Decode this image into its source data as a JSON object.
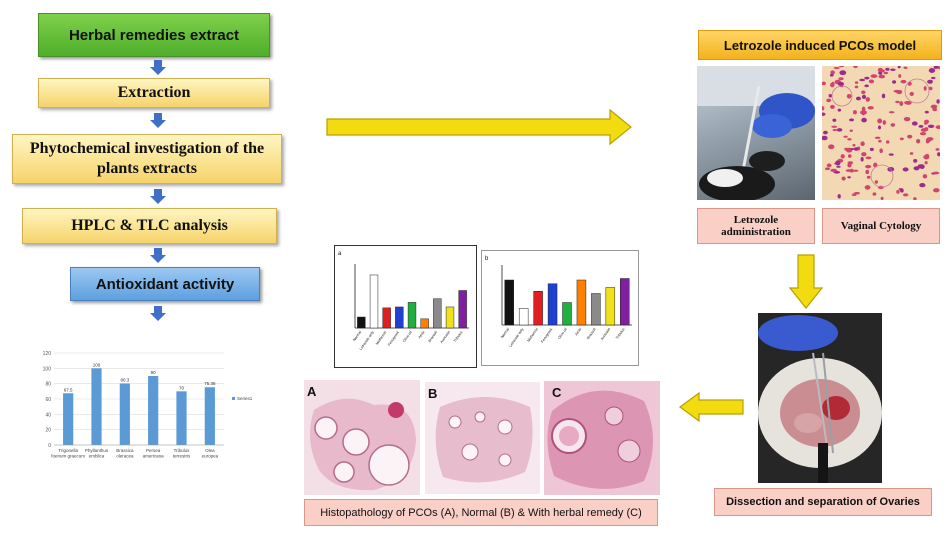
{
  "flow": {
    "step1": "Herbal remedies extract",
    "step2": "Extraction",
    "step3": "Phytochemical investigation of the plants extracts",
    "step4": "HPLC & TLC analysis",
    "step5": "Antioxidant activity"
  },
  "model": {
    "title": "Letrozole induced PCOs model",
    "letrozole_label": "Letrozole administration",
    "cytology_label": "Vaginal Cytology",
    "dissection_label": "Dissection and separation of Ovaries"
  },
  "histology": {
    "caption": "Histopathology of PCOs (A), Normal (B) & With herbal remedy (C)",
    "panel_a": "A",
    "panel_b": "B",
    "panel_c": "C"
  },
  "colors": {
    "green_box": "#5cb832",
    "yellow_box": "#f6d36a",
    "blue_box": "#6aa8e4",
    "orange_box": "#f4b21c",
    "pink_box": "#f9cfc6",
    "arrow_blue": "#3f6fc8",
    "arrow_yellow": "#f2dc10",
    "bar_blue": "#5b9bd5"
  },
  "chart_data": [
    {
      "type": "bar",
      "categories": [
        "Trigonella foenum graecum",
        "Phyllanthus emblica",
        "Brassica oleracea",
        "Persea americana",
        "Tribulus terrestris",
        "Olea europea"
      ],
      "values": [
        67.5,
        100,
        80.3,
        90,
        70,
        75.36
      ],
      "value_labels": [
        "67.5",
        "100",
        "80.3",
        "90",
        "70",
        "75.36"
      ],
      "legend": [
        "Series1"
      ],
      "ylim": [
        0,
        120
      ],
      "yticks": [
        "0",
        "20",
        "40",
        "60",
        "80",
        "100",
        "120"
      ],
      "grid": true,
      "legend_position": "right"
    },
    {
      "type": "bar",
      "panel_letter": "a",
      "categories": [
        "Normal",
        "Letrozole only",
        "Metformin",
        "Fenugreek",
        "Olive oil",
        "Amla",
        "Broccoli",
        "Avocado",
        "Tribulus"
      ],
      "values": [
        12,
        58,
        22,
        23,
        28,
        10,
        32,
        23,
        41
      ],
      "colors": [
        "#111111",
        "#ffffff",
        "#e02020",
        "#2040d0",
        "#20b040",
        "#ff8000",
        "#8a8a8a",
        "#f0e020",
        "#8020a0"
      ],
      "ylim": [
        0,
        70
      ]
    },
    {
      "type": "bar",
      "panel_letter": "b",
      "categories": [
        "Normal",
        "Letrozole only",
        "Metformin",
        "Fenugreek",
        "Olive oil",
        "Amla",
        "Broccoli",
        "Avocado",
        "Tribulus"
      ],
      "values": [
        60,
        22,
        45,
        55,
        30,
        60,
        42,
        50,
        62
      ],
      "colors": [
        "#111111",
        "#ffffff",
        "#e02020",
        "#2040d0",
        "#20b040",
        "#ff8000",
        "#8a8a8a",
        "#f0e020",
        "#8020a0"
      ],
      "ylim": [
        0,
        80
      ]
    }
  ]
}
